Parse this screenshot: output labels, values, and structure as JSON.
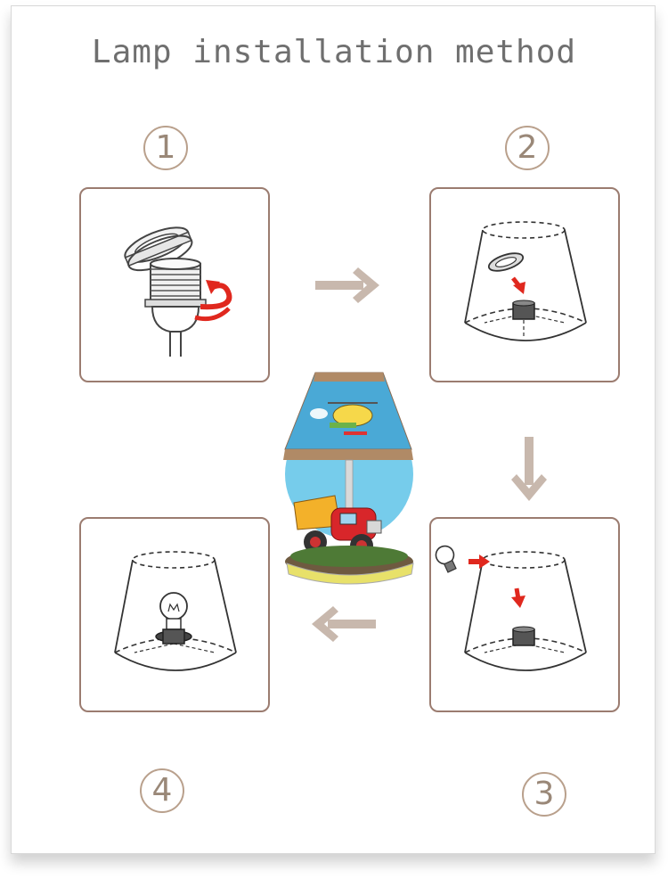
{
  "title": "Lamp installation method",
  "steps": [
    {
      "number": "1"
    },
    {
      "number": "2"
    },
    {
      "number": "3"
    },
    {
      "number": "4"
    }
  ],
  "colors": {
    "panel_border": "#9b7c70",
    "arrow": "#c8b8ad",
    "red_arrow": "#e0281e",
    "number_ring": "#b9a08c",
    "shade_blue": "#4aa9d6"
  }
}
